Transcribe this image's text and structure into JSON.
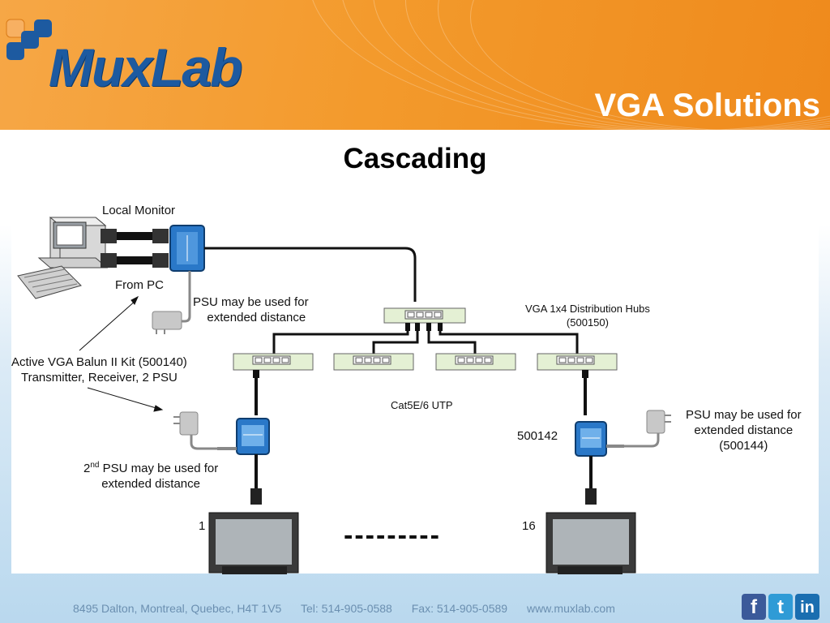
{
  "header": {
    "brand": "MuxLab",
    "title": "VGA Solutions"
  },
  "slide": {
    "title": "Cascading"
  },
  "diagram": {
    "local_monitor": "Local Monitor",
    "from_pc": "From PC",
    "psu_note_top": [
      "PSU may be used for",
      "extended distance"
    ],
    "hubs_label": [
      "VGA 1x4 Distribution Hubs",
      "(500150)"
    ],
    "kit_label": [
      "Active VGA Balun II Kit (500140)",
      "Transmitter, Receiver, 2 PSU"
    ],
    "cable_label": "Cat5E/6 UTP",
    "second_psu_base": "2",
    "second_psu_sup": "nd",
    "second_psu_rest": " PSU may be used for",
    "second_psu_line2": "extended distance",
    "receiver_model": "500142",
    "psu_note_right": [
      "PSU may be used for",
      "extended distance",
      "(500144)"
    ],
    "display_first": "1",
    "display_last": "16",
    "ellipsis": "---------"
  },
  "footer": {
    "address": "8495 Dalton, Montreal, Quebec, H4T 1V5",
    "tel": "Tel: 514-905-0588",
    "fax": "Fax: 514-905-0589",
    "web": "www.muxlab.com"
  },
  "social": [
    "facebook-icon",
    "twitter-icon",
    "linkedin-icon"
  ],
  "colors": {
    "header_orange": "#f39a2c",
    "brand_blue": "#1d5aa0",
    "hub_green": "#e4f0d4",
    "balun_blue": "#2a78c8"
  }
}
